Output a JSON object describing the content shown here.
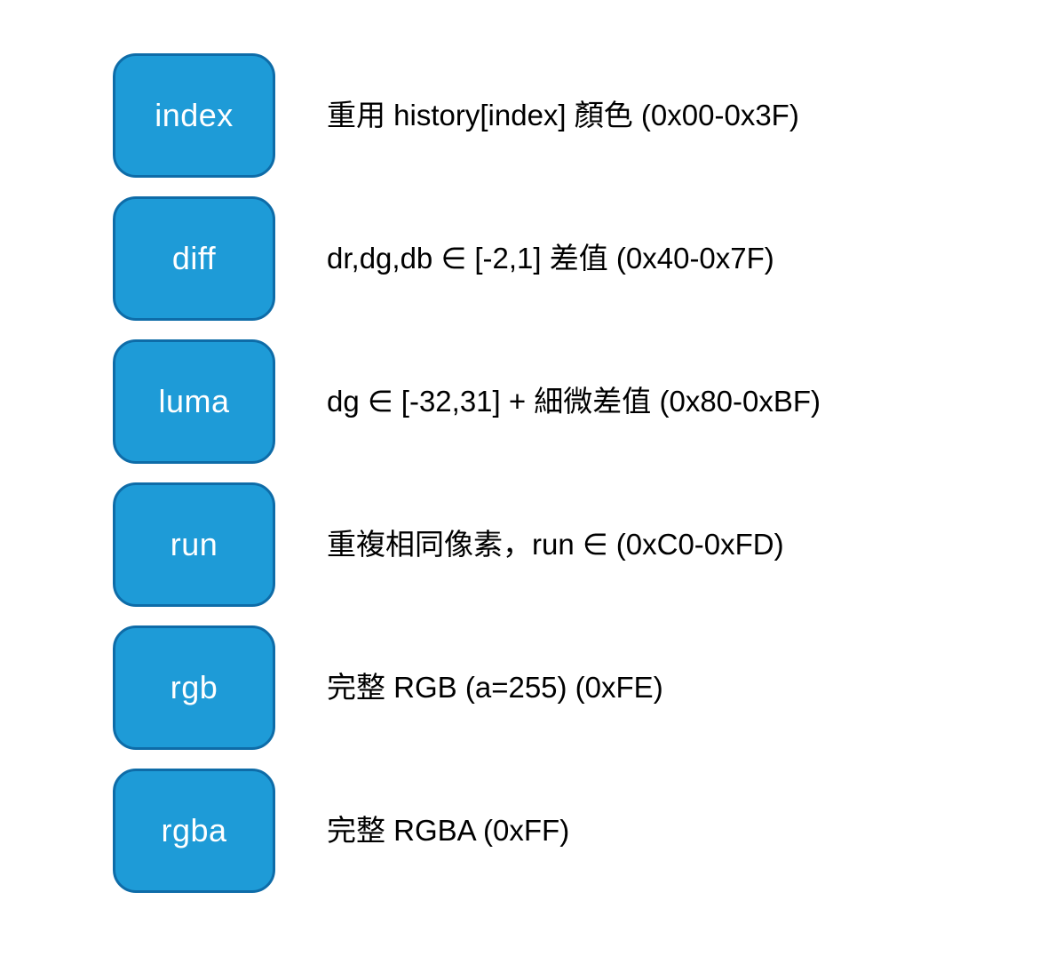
{
  "colors": {
    "background": "#FFFFFF",
    "box_fill": "#1E9BD7",
    "box_border": "#0E6CA8",
    "box_text": "#FFFFFF",
    "desc_text": "#000000"
  },
  "rows": [
    {
      "tag": "index",
      "desc": "重用 history[index] 顏色 (0x00-0x3F)"
    },
    {
      "tag": "diff",
      "desc": "dr,dg,db ∈ [-2,1] 差值 (0x40-0x7F)"
    },
    {
      "tag": "luma",
      "desc": "dg ∈ [-32,31] + 細微差值 (0x80-0xBF)"
    },
    {
      "tag": "run",
      "desc": "重複相同像素，run ∈ (0xC0-0xFD)"
    },
    {
      "tag": "rgb",
      "desc": "完整 RGB (a=255) (0xFE)"
    },
    {
      "tag": "rgba",
      "desc": "完整 RGBA (0xFF)"
    }
  ]
}
